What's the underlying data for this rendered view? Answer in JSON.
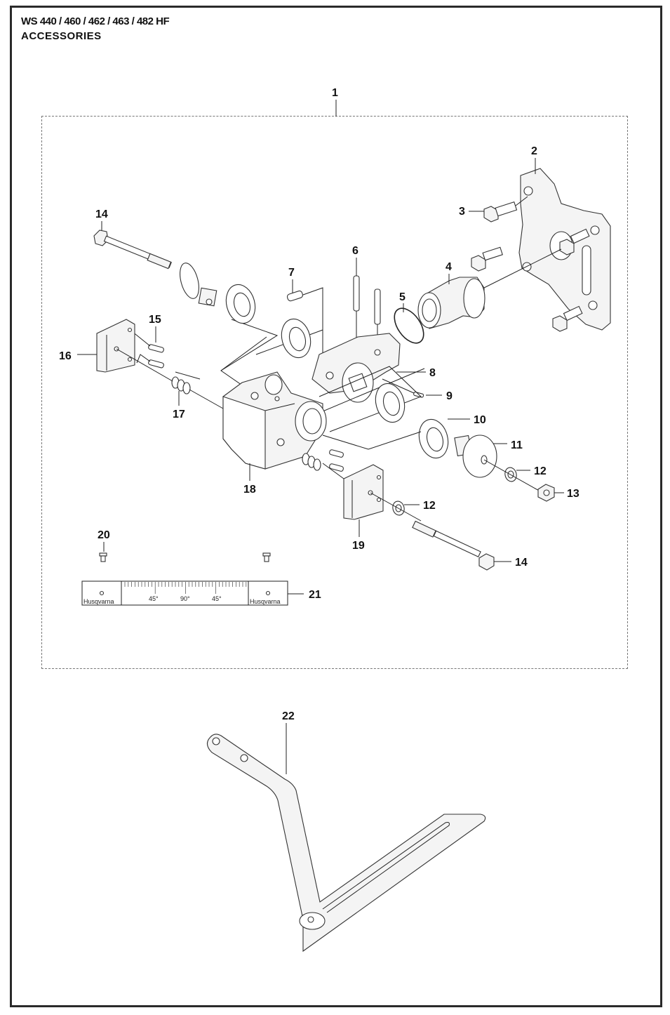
{
  "header": {
    "model_line": "WS 440 / 460 / 462 / 463 / 482 HF",
    "section_title": "ACCESSORIES"
  },
  "callouts": {
    "c1": "1",
    "c2": "2",
    "c3": "3",
    "c4": "4",
    "c5": "5",
    "c6": "6",
    "c7": "7",
    "c8": "8",
    "c9": "9",
    "c10": "10",
    "c11": "11",
    "c12a": "12",
    "c12b": "12",
    "c13": "13",
    "c14a": "14",
    "c14b": "14",
    "c15": "15",
    "c16": "16",
    "c17": "17",
    "c18": "18",
    "c19": "19",
    "c20": "20",
    "c21": "21",
    "c22": "22"
  },
  "scale_plate": {
    "brand_left": "Husqvarna",
    "brand_right": "Husqvarna",
    "marks": [
      "45°",
      "90°",
      "45°"
    ]
  }
}
